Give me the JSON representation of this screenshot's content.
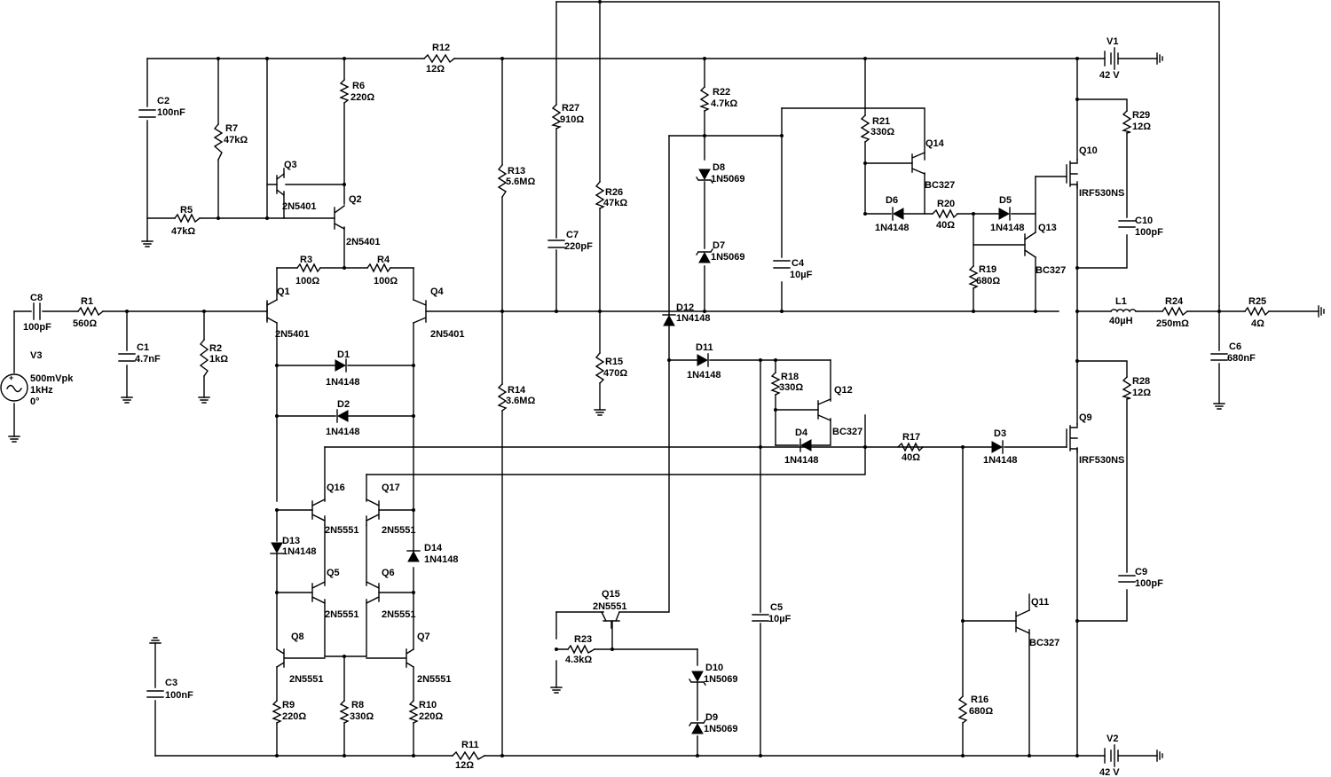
{
  "components": {
    "R1": {
      "ref": "R1",
      "value": "560Ω"
    },
    "R2": {
      "ref": "R2",
      "value": "1kΩ"
    },
    "R3": {
      "ref": "R3",
      "value": "100Ω"
    },
    "R4": {
      "ref": "R4",
      "value": "100Ω"
    },
    "R5": {
      "ref": "R5",
      "value": "47kΩ"
    },
    "R6": {
      "ref": "R6",
      "value": "220Ω"
    },
    "R7": {
      "ref": "R7",
      "value": "47kΩ"
    },
    "R8": {
      "ref": "R8",
      "value": "330Ω"
    },
    "R9": {
      "ref": "R9",
      "value": "220Ω"
    },
    "R10": {
      "ref": "R10",
      "value": "220Ω"
    },
    "R11": {
      "ref": "R11",
      "value": "12Ω"
    },
    "R12": {
      "ref": "R12",
      "value": "12Ω"
    },
    "R13": {
      "ref": "R13",
      "value": "5.6MΩ"
    },
    "R14": {
      "ref": "R14",
      "value": "3.6MΩ"
    },
    "R15": {
      "ref": "R15",
      "value": "470Ω"
    },
    "R16": {
      "ref": "R16",
      "value": "680Ω"
    },
    "R17": {
      "ref": "R17",
      "value": "40Ω"
    },
    "R18": {
      "ref": "R18",
      "value": "330Ω"
    },
    "R19": {
      "ref": "R19",
      "value": "680Ω"
    },
    "R20": {
      "ref": "R20",
      "value": "40Ω"
    },
    "R21": {
      "ref": "R21",
      "value": "330Ω"
    },
    "R22": {
      "ref": "R22",
      "value": "4.7kΩ"
    },
    "R23": {
      "ref": "R23",
      "value": "4.3kΩ"
    },
    "R24": {
      "ref": "R24",
      "value": "250mΩ"
    },
    "R25": {
      "ref": "R25",
      "value": "4Ω"
    },
    "R26": {
      "ref": "R26",
      "value": "47kΩ"
    },
    "R27": {
      "ref": "R27",
      "value": "910Ω"
    },
    "R28": {
      "ref": "R28",
      "value": "12Ω"
    },
    "R29": {
      "ref": "R29",
      "value": "12Ω"
    },
    "C1": {
      "ref": "C1",
      "value": "4.7nF"
    },
    "C2": {
      "ref": "C2",
      "value": "100nF"
    },
    "C3": {
      "ref": "C3",
      "value": "100nF"
    },
    "C4": {
      "ref": "C4",
      "value": "10µF"
    },
    "C5": {
      "ref": "C5",
      "value": "10µF"
    },
    "C6": {
      "ref": "C6",
      "value": "680nF"
    },
    "C7": {
      "ref": "C7",
      "value": "220pF"
    },
    "C8": {
      "ref": "C8",
      "value": "100pF"
    },
    "C9": {
      "ref": "C9",
      "value": "100pF"
    },
    "C10": {
      "ref": "C10",
      "value": "100pF"
    },
    "L1": {
      "ref": "L1",
      "value": "40µH"
    },
    "D1": {
      "ref": "D1",
      "value": "1N4148"
    },
    "D2": {
      "ref": "D2",
      "value": "1N4148"
    },
    "D3": {
      "ref": "D3",
      "value": "1N4148"
    },
    "D4": {
      "ref": "D4",
      "value": "1N4148"
    },
    "D5": {
      "ref": "D5",
      "value": "1N4148"
    },
    "D6": {
      "ref": "D6",
      "value": "1N4148"
    },
    "D7": {
      "ref": "D7",
      "value": "1N5069"
    },
    "D8": {
      "ref": "D8",
      "value": "1N5069"
    },
    "D9": {
      "ref": "D9",
      "value": "1N5069"
    },
    "D10": {
      "ref": "D10",
      "value": "1N5069"
    },
    "D11": {
      "ref": "D11",
      "value": "1N4148"
    },
    "D12": {
      "ref": "D12",
      "value": "1N4148"
    },
    "D13": {
      "ref": "D13",
      "value": "1N4148"
    },
    "D14": {
      "ref": "D14",
      "value": "1N4148"
    },
    "Q1": {
      "ref": "Q1",
      "value": "2N5401"
    },
    "Q2": {
      "ref": "Q2",
      "value": "2N5401"
    },
    "Q3": {
      "ref": "Q3",
      "value": "2N5401"
    },
    "Q4": {
      "ref": "Q4",
      "value": "2N5401"
    },
    "Q5": {
      "ref": "Q5",
      "value": "2N5551"
    },
    "Q6": {
      "ref": "Q6",
      "value": "2N5551"
    },
    "Q7": {
      "ref": "Q7",
      "value": "2N5551"
    },
    "Q8": {
      "ref": "Q8",
      "value": "2N5551"
    },
    "Q9": {
      "ref": "Q9",
      "value": "IRF530NS"
    },
    "Q10": {
      "ref": "Q10",
      "value": "IRF530NS"
    },
    "Q11": {
      "ref": "Q11",
      "value": "BC327"
    },
    "Q12": {
      "ref": "Q12",
      "value": "BC327"
    },
    "Q13": {
      "ref": "Q13",
      "value": "BC327"
    },
    "Q14": {
      "ref": "Q14",
      "value": "BC327"
    },
    "Q15": {
      "ref": "Q15",
      "value": "2N5551"
    },
    "Q16": {
      "ref": "Q16",
      "value": "2N5551"
    },
    "Q17": {
      "ref": "Q17",
      "value": "2N5551"
    },
    "V1": {
      "ref": "V1",
      "value": "42 V"
    },
    "V2": {
      "ref": "V2",
      "value": "42 V"
    },
    "V3": {
      "ref": "V3",
      "value": "500mVpk",
      "freq": "1kHz",
      "phase": "0°"
    }
  }
}
